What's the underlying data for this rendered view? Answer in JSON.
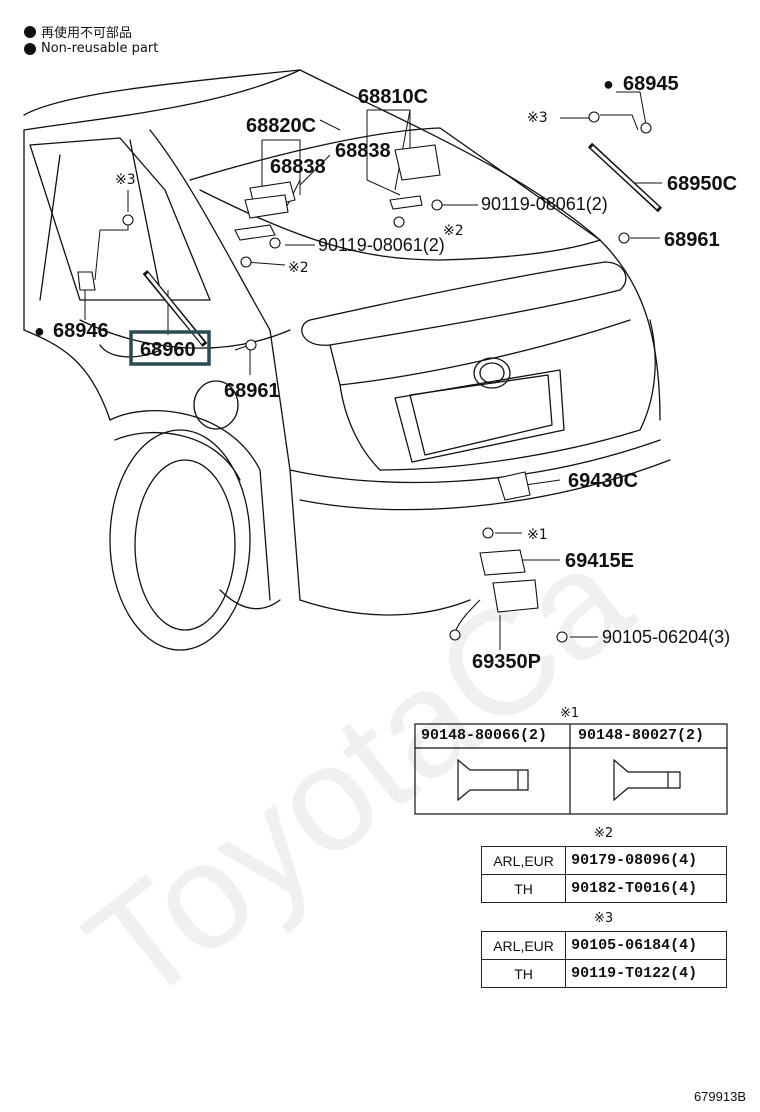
{
  "legend": {
    "line1": "再使用不可部品",
    "line2": "Non-reusable part"
  },
  "watermark": "ToyotaCa",
  "parts": {
    "p68945": "68945",
    "p68810c": "68810C",
    "p68820c": "68820C",
    "p68838a": "68838",
    "p68838b": "68838",
    "p68950c": "68950C",
    "p90119a": "90119-08061(2)",
    "p90119b": "90119-08061(2)",
    "p68961a": "68961",
    "p68961b": "68961",
    "p68946": "68946",
    "p68960": "68960",
    "p69430c": "69430C",
    "p69415e": "69415E",
    "p90105": "90105-06204(3)",
    "p69350p": "69350P"
  },
  "marks": {
    "m3a": "※3",
    "m3b": "※3",
    "m2a": "※2",
    "m2b": "※2",
    "m1": "※1"
  },
  "table1": {
    "note": "※1",
    "col1": "90148-80066(2)",
    "col2": "90148-80027(2)"
  },
  "table2": {
    "note": "※2",
    "rows": [
      {
        "region": "ARL,EUR",
        "part": "90179-08096(4)"
      },
      {
        "region": "TH",
        "part": "90182-T0016(4)"
      }
    ]
  },
  "table3": {
    "note": "※3",
    "rows": [
      {
        "region": "ARL,EUR",
        "part": "90105-06184(4)"
      },
      {
        "region": "TH",
        "part": "90119-T0122(4)"
      }
    ]
  },
  "figure_code": "679913B",
  "colors": {
    "highlight_box": "#2d4a52",
    "line": "#111111",
    "watermark": "#f1f1f1"
  }
}
